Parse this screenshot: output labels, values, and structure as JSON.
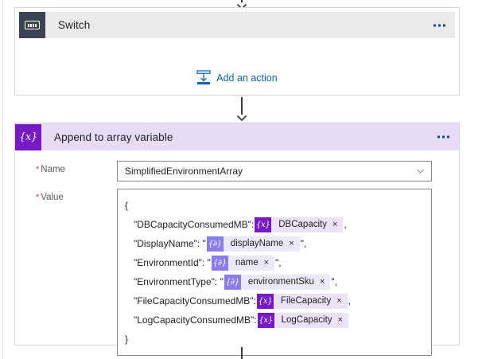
{
  "canvas": {
    "background": "#ffffff",
    "panel_edge_color": "#e6e6e6"
  },
  "connectors": {
    "top_arrow": "arrow-down",
    "middle_arrow": "arrow-down",
    "bottom_line": "connector-line",
    "color": "#3b3a39"
  },
  "switch_card": {
    "icon": "switch-icon",
    "title": "Switch",
    "overflow_menu": "ellipsis-icon",
    "header_background": "#eaeaea",
    "icon_tile_color": "#3b4251",
    "add_action": {
      "icon": "add-an-action-icon",
      "label": "Add an action",
      "color": "#0f62b0"
    }
  },
  "append_card": {
    "icon": "variable-braces-icon",
    "title": "Append to array variable",
    "overflow_menu": "ellipsis-icon",
    "header_background": "#e6dcf7",
    "icon_tile_color": "#7719c4",
    "fields": {
      "name": {
        "label": "Name",
        "required": true,
        "required_marker": "*",
        "value": "SimplifiedEnvironmentArray",
        "placeholder": "",
        "dropdown_icon": "chevron-down-icon"
      },
      "value": {
        "label": "Value",
        "required": true,
        "required_marker": "*"
      }
    },
    "value_lines": [
      {
        "indent": false,
        "prefix": "{",
        "token": null,
        "suffix": ""
      },
      {
        "indent": true,
        "prefix": "\"DBCapacityConsumedMB\": ",
        "token": {
          "type": "variable",
          "glyph": "{x}",
          "label": "DBCapacity",
          "remove": "×"
        },
        "suffix": ","
      },
      {
        "indent": true,
        "prefix": "\"DisplayName\": \"",
        "token": {
          "type": "expression",
          "glyph": "{∂}",
          "label": "displayName",
          "remove": "×"
        },
        "suffix": "\","
      },
      {
        "indent": true,
        "prefix": "\"EnvironmentId\": \"",
        "token": {
          "type": "expression",
          "glyph": "{∂}",
          "label": "name",
          "remove": "×"
        },
        "suffix": "\","
      },
      {
        "indent": true,
        "prefix": "\"EnvironmentType\": \"",
        "token": {
          "type": "expression",
          "glyph": "{∂}",
          "label": "environmentSku",
          "remove": "×"
        },
        "suffix": "\","
      },
      {
        "indent": true,
        "prefix": "\"FileCapacityConsumedMB\": ",
        "token": {
          "type": "variable",
          "glyph": "{x}",
          "label": "FileCapacity",
          "remove": "×"
        },
        "suffix": ","
      },
      {
        "indent": true,
        "prefix": "\"LogCapacityConsumedMB\": ",
        "token": {
          "type": "variable",
          "glyph": "{x}",
          "label": "LogCapacity",
          "remove": "×"
        },
        "suffix": ""
      },
      {
        "indent": false,
        "prefix": "}",
        "token": null,
        "suffix": ""
      }
    ]
  }
}
